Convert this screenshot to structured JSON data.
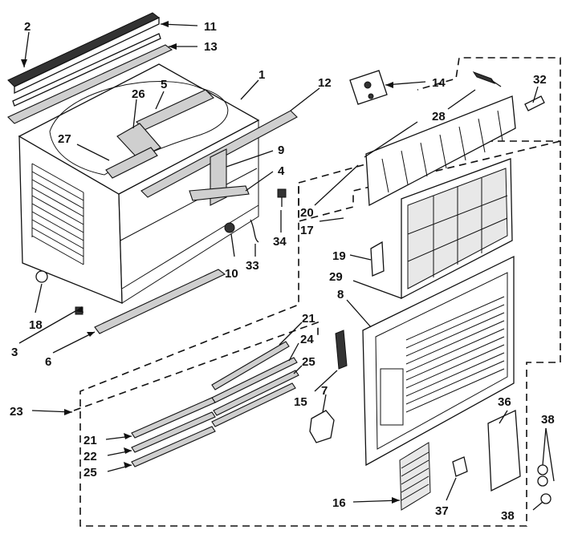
{
  "diagram": {
    "callouts": [
      {
        "id": "2"
      },
      {
        "id": "11"
      },
      {
        "id": "13"
      },
      {
        "id": "1"
      },
      {
        "id": "12"
      },
      {
        "id": "5"
      },
      {
        "id": "26"
      },
      {
        "id": "27"
      },
      {
        "id": "9"
      },
      {
        "id": "4"
      },
      {
        "id": "14"
      },
      {
        "id": "32"
      },
      {
        "id": "28"
      },
      {
        "id": "20"
      },
      {
        "id": "17"
      },
      {
        "id": "34"
      },
      {
        "id": "10"
      },
      {
        "id": "33"
      },
      {
        "id": "18"
      },
      {
        "id": "3"
      },
      {
        "id": "6"
      },
      {
        "id": "19"
      },
      {
        "id": "29"
      },
      {
        "id": "8"
      },
      {
        "id": "21a"
      },
      {
        "id": "24"
      },
      {
        "id": "25a"
      },
      {
        "id": "15"
      },
      {
        "id": "7"
      },
      {
        "id": "23"
      },
      {
        "id": "21b"
      },
      {
        "id": "22"
      },
      {
        "id": "25b"
      },
      {
        "id": "36"
      },
      {
        "id": "38a"
      },
      {
        "id": "16"
      },
      {
        "id": "37"
      },
      {
        "id": "38b"
      }
    ],
    "labels": {
      "c2": "2",
      "c11": "11",
      "c13": "13",
      "c1": "1",
      "c12": "12",
      "c5": "5",
      "c26": "26",
      "c27": "27",
      "c9": "9",
      "c4": "4",
      "c14": "14",
      "c32": "32",
      "c28": "28",
      "c20": "20",
      "c17": "17",
      "c34": "34",
      "c10": "10",
      "c33": "33",
      "c18": "18",
      "c3": "3",
      "c6": "6",
      "c19": "19",
      "c29": "29",
      "c8": "8",
      "c21a": "21",
      "c24": "24",
      "c25a": "25",
      "c15": "15",
      "c7": "7",
      "c23": "23",
      "c21b": "21",
      "c22": "22",
      "c25b": "25",
      "c36": "36",
      "c38a": "38",
      "c16": "16",
      "c37": "37",
      "c38b": "38"
    }
  }
}
